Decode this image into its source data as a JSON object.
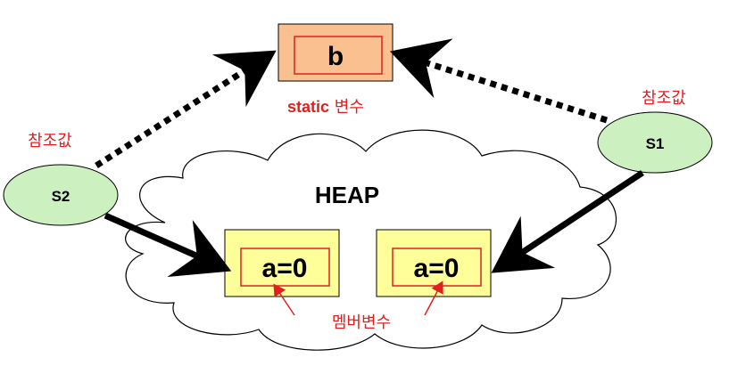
{
  "static_box": {
    "label": "b",
    "caption_bold": "static",
    "caption_rest": " 변수"
  },
  "heap": {
    "label": "HEAP"
  },
  "left_object": {
    "member": "a=0"
  },
  "right_object": {
    "member": "a=0"
  },
  "member_caption": "멤버변수",
  "s1": {
    "label": "S1",
    "ref_caption": "참조값"
  },
  "s2": {
    "label": "S2",
    "ref_caption": "참조값"
  },
  "colors": {
    "static_fill": "#fac090",
    "object_fill": "#ffff99",
    "inner_border": "#e02020",
    "node_fill": "#ccf0c0",
    "caption_red": "#e02020",
    "arrow": "#000000"
  }
}
